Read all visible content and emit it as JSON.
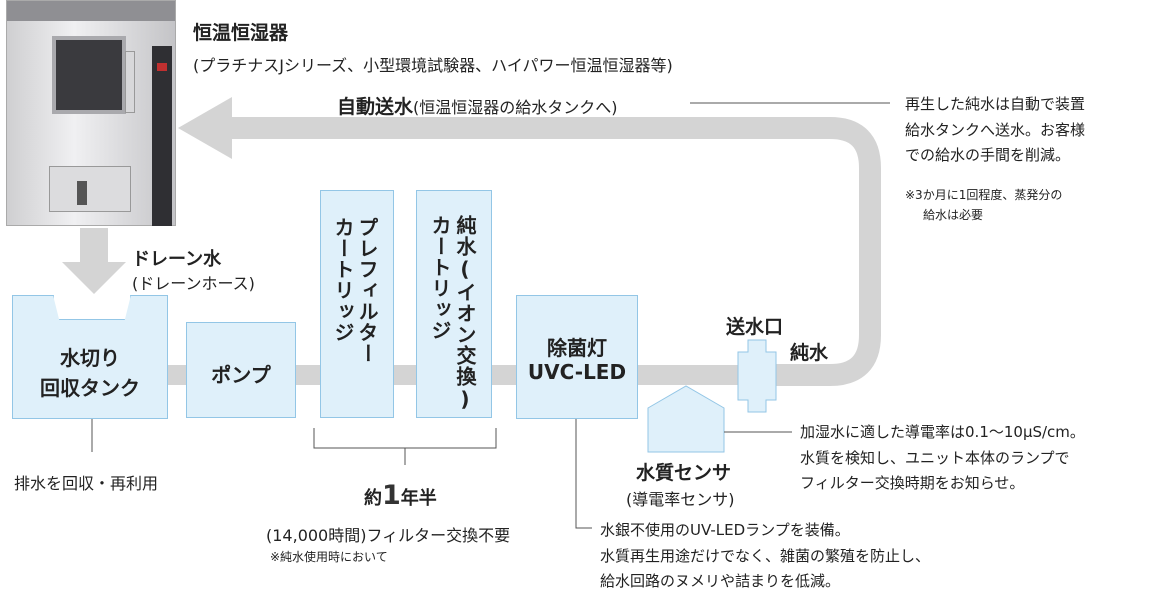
{
  "chamber": {
    "title": "恒温恒湿器",
    "subtitle": "(プラチナスJシリーズ、小型環境試験器、ハイパワー恒温恒湿器等)"
  },
  "auto_supply": {
    "label": "自動送水",
    "detail": "(恒温恒湿器の給水タンクへ)"
  },
  "right_note": {
    "lines": [
      "再生した純水は自動で装置",
      "給水タンクへ送水。お客様",
      "での給水の手間を削減。"
    ],
    "footnote_lines": [
      "※3か月に1回程度、蒸発分の",
      "給水は必要"
    ]
  },
  "drain": {
    "label": "ドレーン水",
    "sub": "(ドレーンホース)"
  },
  "tank": {
    "line1": "水切り",
    "line2": "回収タンク",
    "note": "排水を回収・再利用"
  },
  "pump": {
    "label": "ポンプ"
  },
  "prefilter": {
    "label": "プレフィルター",
    "label2": "カートリッジ"
  },
  "purewater_cart": {
    "label": "純水(イオン交換)",
    "label2": "カートリッジ"
  },
  "uv": {
    "line1": "除菌灯",
    "line2": "UVC-LED"
  },
  "outlet": {
    "label": "送水口",
    "pure_label": "純水"
  },
  "sensor": {
    "label": "水質センサ",
    "sub": "(導電率センサ)",
    "note_lines": [
      "加湿水に適した導電率は0.1〜10μS/cm。",
      "水質を検知し、ユニット本体のランプで",
      "フィルター交換時期をお知らせ。"
    ]
  },
  "filter_life": {
    "prefix": "約",
    "number": "1",
    "suffix": "年半",
    "sub": "(14,000時間)フィルター交換不要",
    "note": "※純水使用時において"
  },
  "uv_note": {
    "lines": [
      "水銀不使用のUV-LEDランプを装備。",
      "水質再生用途だけでなく、雑菌の繁殖を防止し、",
      "給水回路のヌメリや詰まりを低減。"
    ]
  },
  "colors": {
    "pipe": "#d4d4d4",
    "box_fill": "#dff0fa",
    "box_border": "#93c6e6",
    "line": "#555555"
  }
}
